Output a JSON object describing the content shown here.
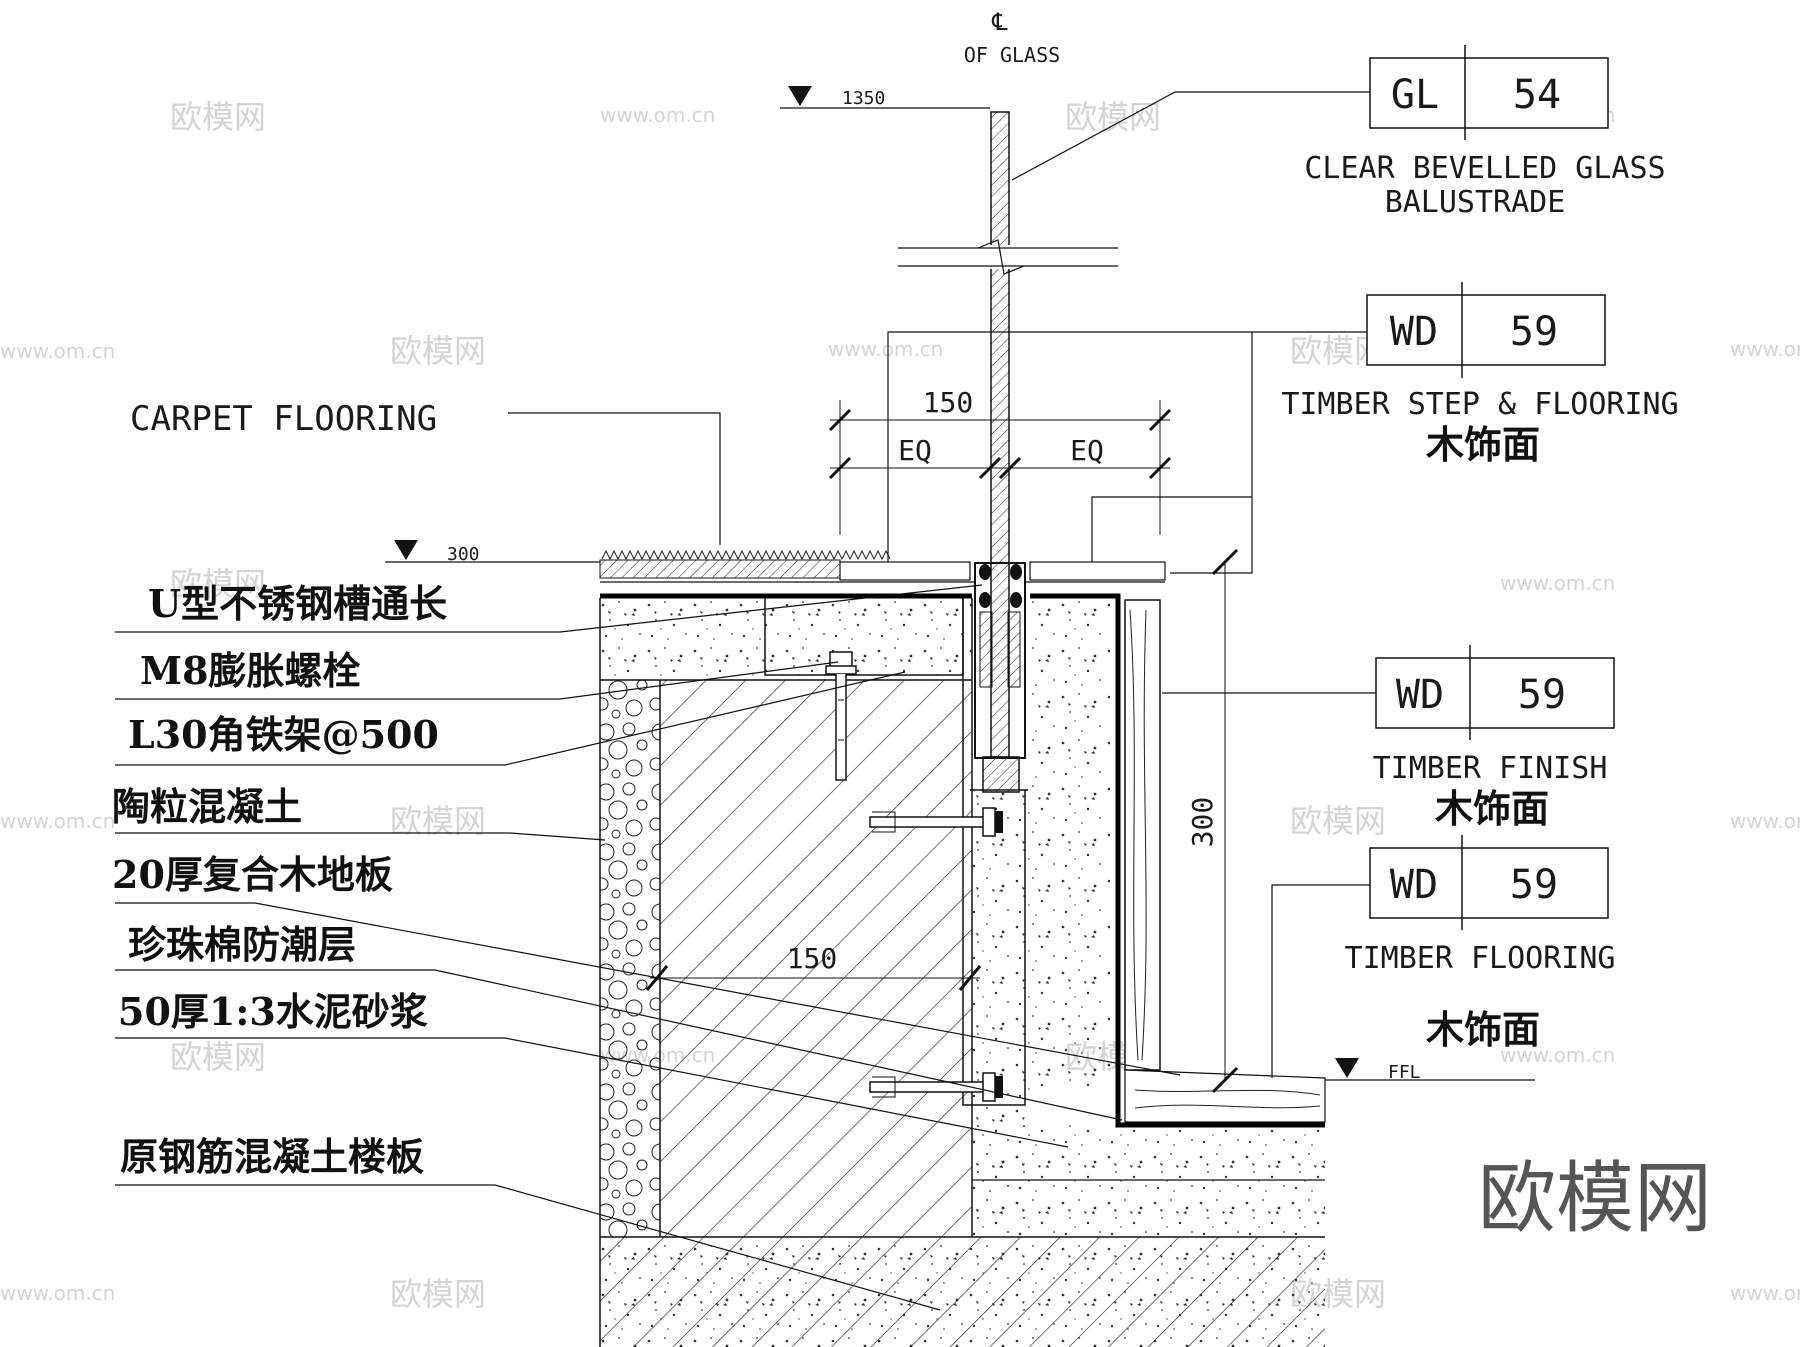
{
  "centerline": {
    "symbol": "℄",
    "text": "OF GLASS"
  },
  "levels": {
    "top": "1350",
    "mid": "300",
    "ffl": "FFL"
  },
  "dims": {
    "top_width": "150",
    "eq_left": "EQ",
    "eq_right": "EQ",
    "height": "300",
    "inner_width": "150"
  },
  "tags": [
    {
      "code": "GL",
      "num": "54",
      "desc1": "CLEAR BEVELLED GLASS",
      "desc2": "BALUSTRADE"
    },
    {
      "code": "WD",
      "num": "59",
      "desc1": "TIMBER STEP & FLOORING",
      "desc2": "木饰面"
    },
    {
      "code": "WD",
      "num": "59",
      "desc1": "TIMBER FINISH",
      "desc2": "木饰面"
    },
    {
      "code": "WD",
      "num": "59",
      "desc1": "TIMBER FLOORING",
      "desc2": "木饰面"
    }
  ],
  "carpet_label": "CARPET FLOORING",
  "left_labels": [
    "U型不锈钢槽通长",
    "M8膨胀螺栓",
    "L30角铁架@500",
    "陶粒混凝土",
    "20厚复合木地板",
    "珍珠棉防潮层",
    "50厚1:3水泥砂浆",
    "原钢筋混凝土楼板"
  ],
  "watermark": {
    "logo": "欧模网",
    "small": "欧模网",
    "url": "www.om.cn"
  }
}
